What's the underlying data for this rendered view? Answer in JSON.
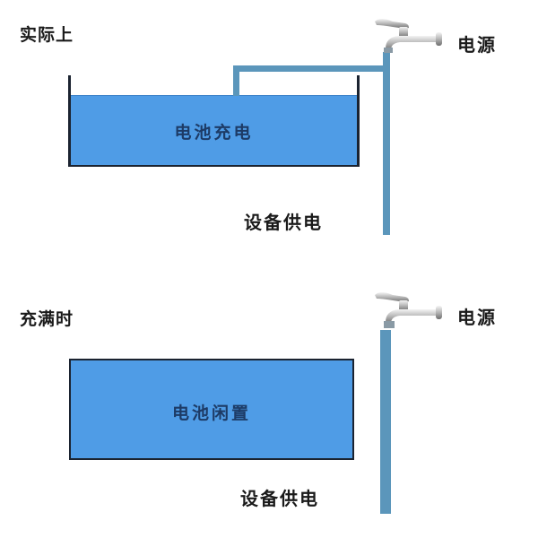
{
  "panels": [
    {
      "title": "实际上",
      "battery_label": "电池充电",
      "source_label": "电源",
      "device_label": "设备供电",
      "state": "charging"
    },
    {
      "title": "充满时",
      "battery_label": "电池闲置",
      "source_label": "电源",
      "device_label": "设备供电",
      "state": "full"
    }
  ],
  "colors": {
    "water": "#4f9ce6",
    "pipe": "#5b96bb",
    "tank_wall": "#1b2330",
    "text": "#1a1a1a"
  },
  "icons": {
    "faucet": "faucet-icon"
  }
}
